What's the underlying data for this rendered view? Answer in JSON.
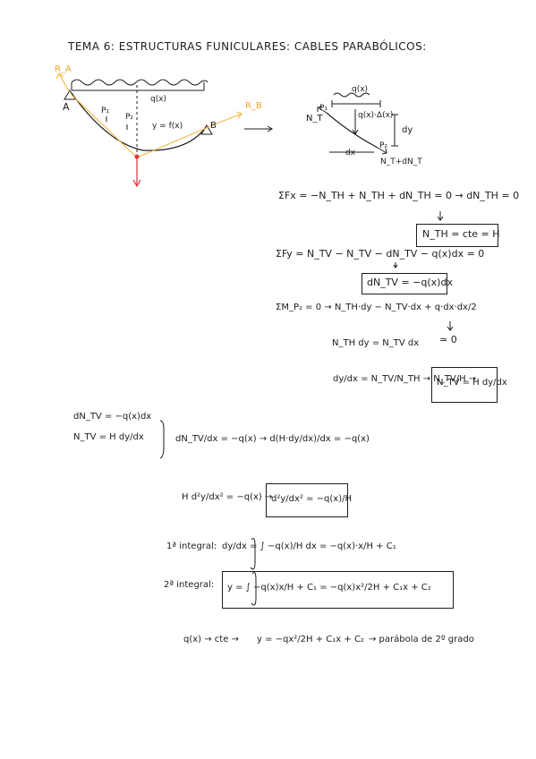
{
  "title": "TEMA 6: ESTRUCTURAS FUNICULARES: CABLES PARABÓLICOS:",
  "diagram1": {
    "left_support": "A",
    "right_support": "B",
    "left_reaction": "R_A",
    "right_reaction": "R_B",
    "load_label": "q(x)",
    "curve_label": "y = f(x)",
    "point1": "P₁",
    "point2": "P₂"
  },
  "diagram2": {
    "load_label": "q(x)",
    "point1": "P₁",
    "point2": "P₂",
    "resultant": "q(x)·Δ(x)",
    "tension_left": "N_T",
    "tension_right": "N_T+dN_T",
    "dx": "dx",
    "dy": "dy"
  },
  "equations": {
    "eq_fx": "ΣFx = −N_TH + N_TH + dN_TH = 0 → dN_TH = 0",
    "box_h": "N_TH = cte = H",
    "eq_fy": "ΣFy = N_TV − N_TV − dN_TV − q(x)dx = 0",
    "box_dntv": "dN_TV = −q(x)dx",
    "eq_m": "ΣM_P₂ = 0 → N_TH·dy − N_TV·dx + q·dx·dx/2",
    "approx": "≃ 0",
    "nth_dy": "N_TH dy = N_TV dx",
    "dydx": "dy/dx = N_TV/N_TH → N_TV/H →",
    "box_ntv": "N_TV = H dy/dx"
  },
  "derivation": {
    "l1": "dN_TV = −q(x)dx",
    "l2": "N_TV = H dy/dx",
    "l3": "dN_TV/dx = −q(x) → d(H·dy/dx)/dx = −q(x)",
    "l4": "H d²y/dx² = −q(x) →",
    "box_d2y": "d²y/dx² = −q(x)/H",
    "int1_label": "1ª integral:",
    "int1": "dy/dx = ∫ −q(x)/H dx = −q(x)·x/H + C₁",
    "int2_label": "2ª integral:",
    "int2": "y = ∫ −q(x)x/H + C₁ = −q(x)x²/2H + C₁x + C₂"
  },
  "conclusion": {
    "lhs": "q(x) → cte →",
    "eq": "y = −qx²/2H + C₁x + C₂",
    "result": "→ parábola de 2º grado"
  }
}
